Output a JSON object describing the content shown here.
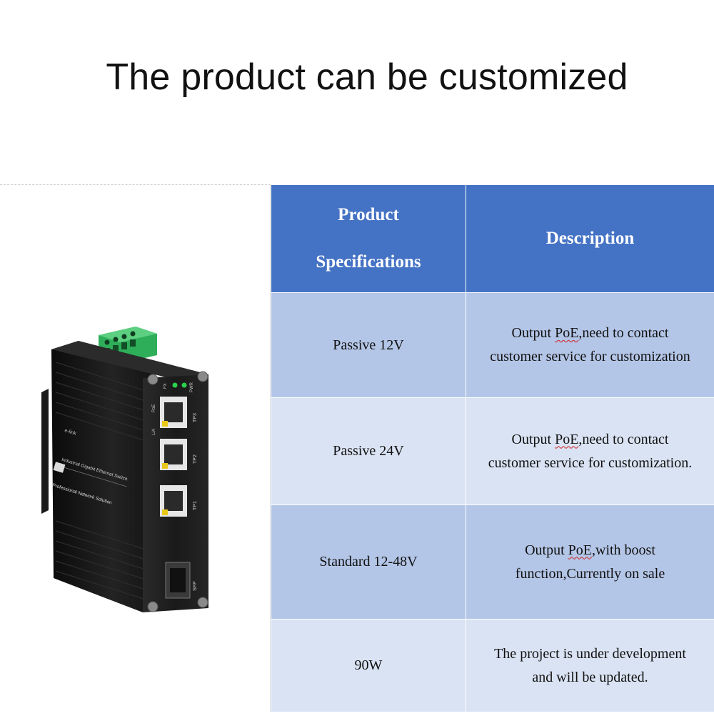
{
  "title": "The product can be customized",
  "table": {
    "headers": [
      "Product Specifications",
      "Description"
    ],
    "rows": [
      {
        "spec": "Passive 12V",
        "desc_prefix": "Output ",
        "desc_mark": "PoE",
        "desc_line1_rest": ",need to contact",
        "desc_line2": "customer service for customization"
      },
      {
        "spec": "Passive 24V",
        "desc_prefix": "Output ",
        "desc_mark": "PoE",
        "desc_line1_rest": ",need to contact",
        "desc_line2": "customer service for customization."
      },
      {
        "spec": "Standard 12-48V",
        "desc_prefix": "Output ",
        "desc_mark": "PoE",
        "desc_line1_rest": ",with boost",
        "desc_line2": "function,Currently on sale"
      },
      {
        "spec": "90W",
        "desc_line1": "The project is under development",
        "desc_line2": "and will be updated."
      }
    ]
  },
  "device": {
    "brand_text": "e-link",
    "model_text": "Industrial Gigabit Ethernet Switch",
    "slogan_text": "Professional Network Solution",
    "port_labels": [
      "TP3",
      "TP2",
      "TP1",
      "SFP"
    ],
    "led_labels": [
      "FX",
      "PWR"
    ],
    "poe_label": "PoE",
    "la_label": "L/A",
    "colors": {
      "body": "#151515",
      "terminal": "#2fae5a",
      "led": "#2bd24b",
      "led_amber": "#e8c81a"
    }
  }
}
